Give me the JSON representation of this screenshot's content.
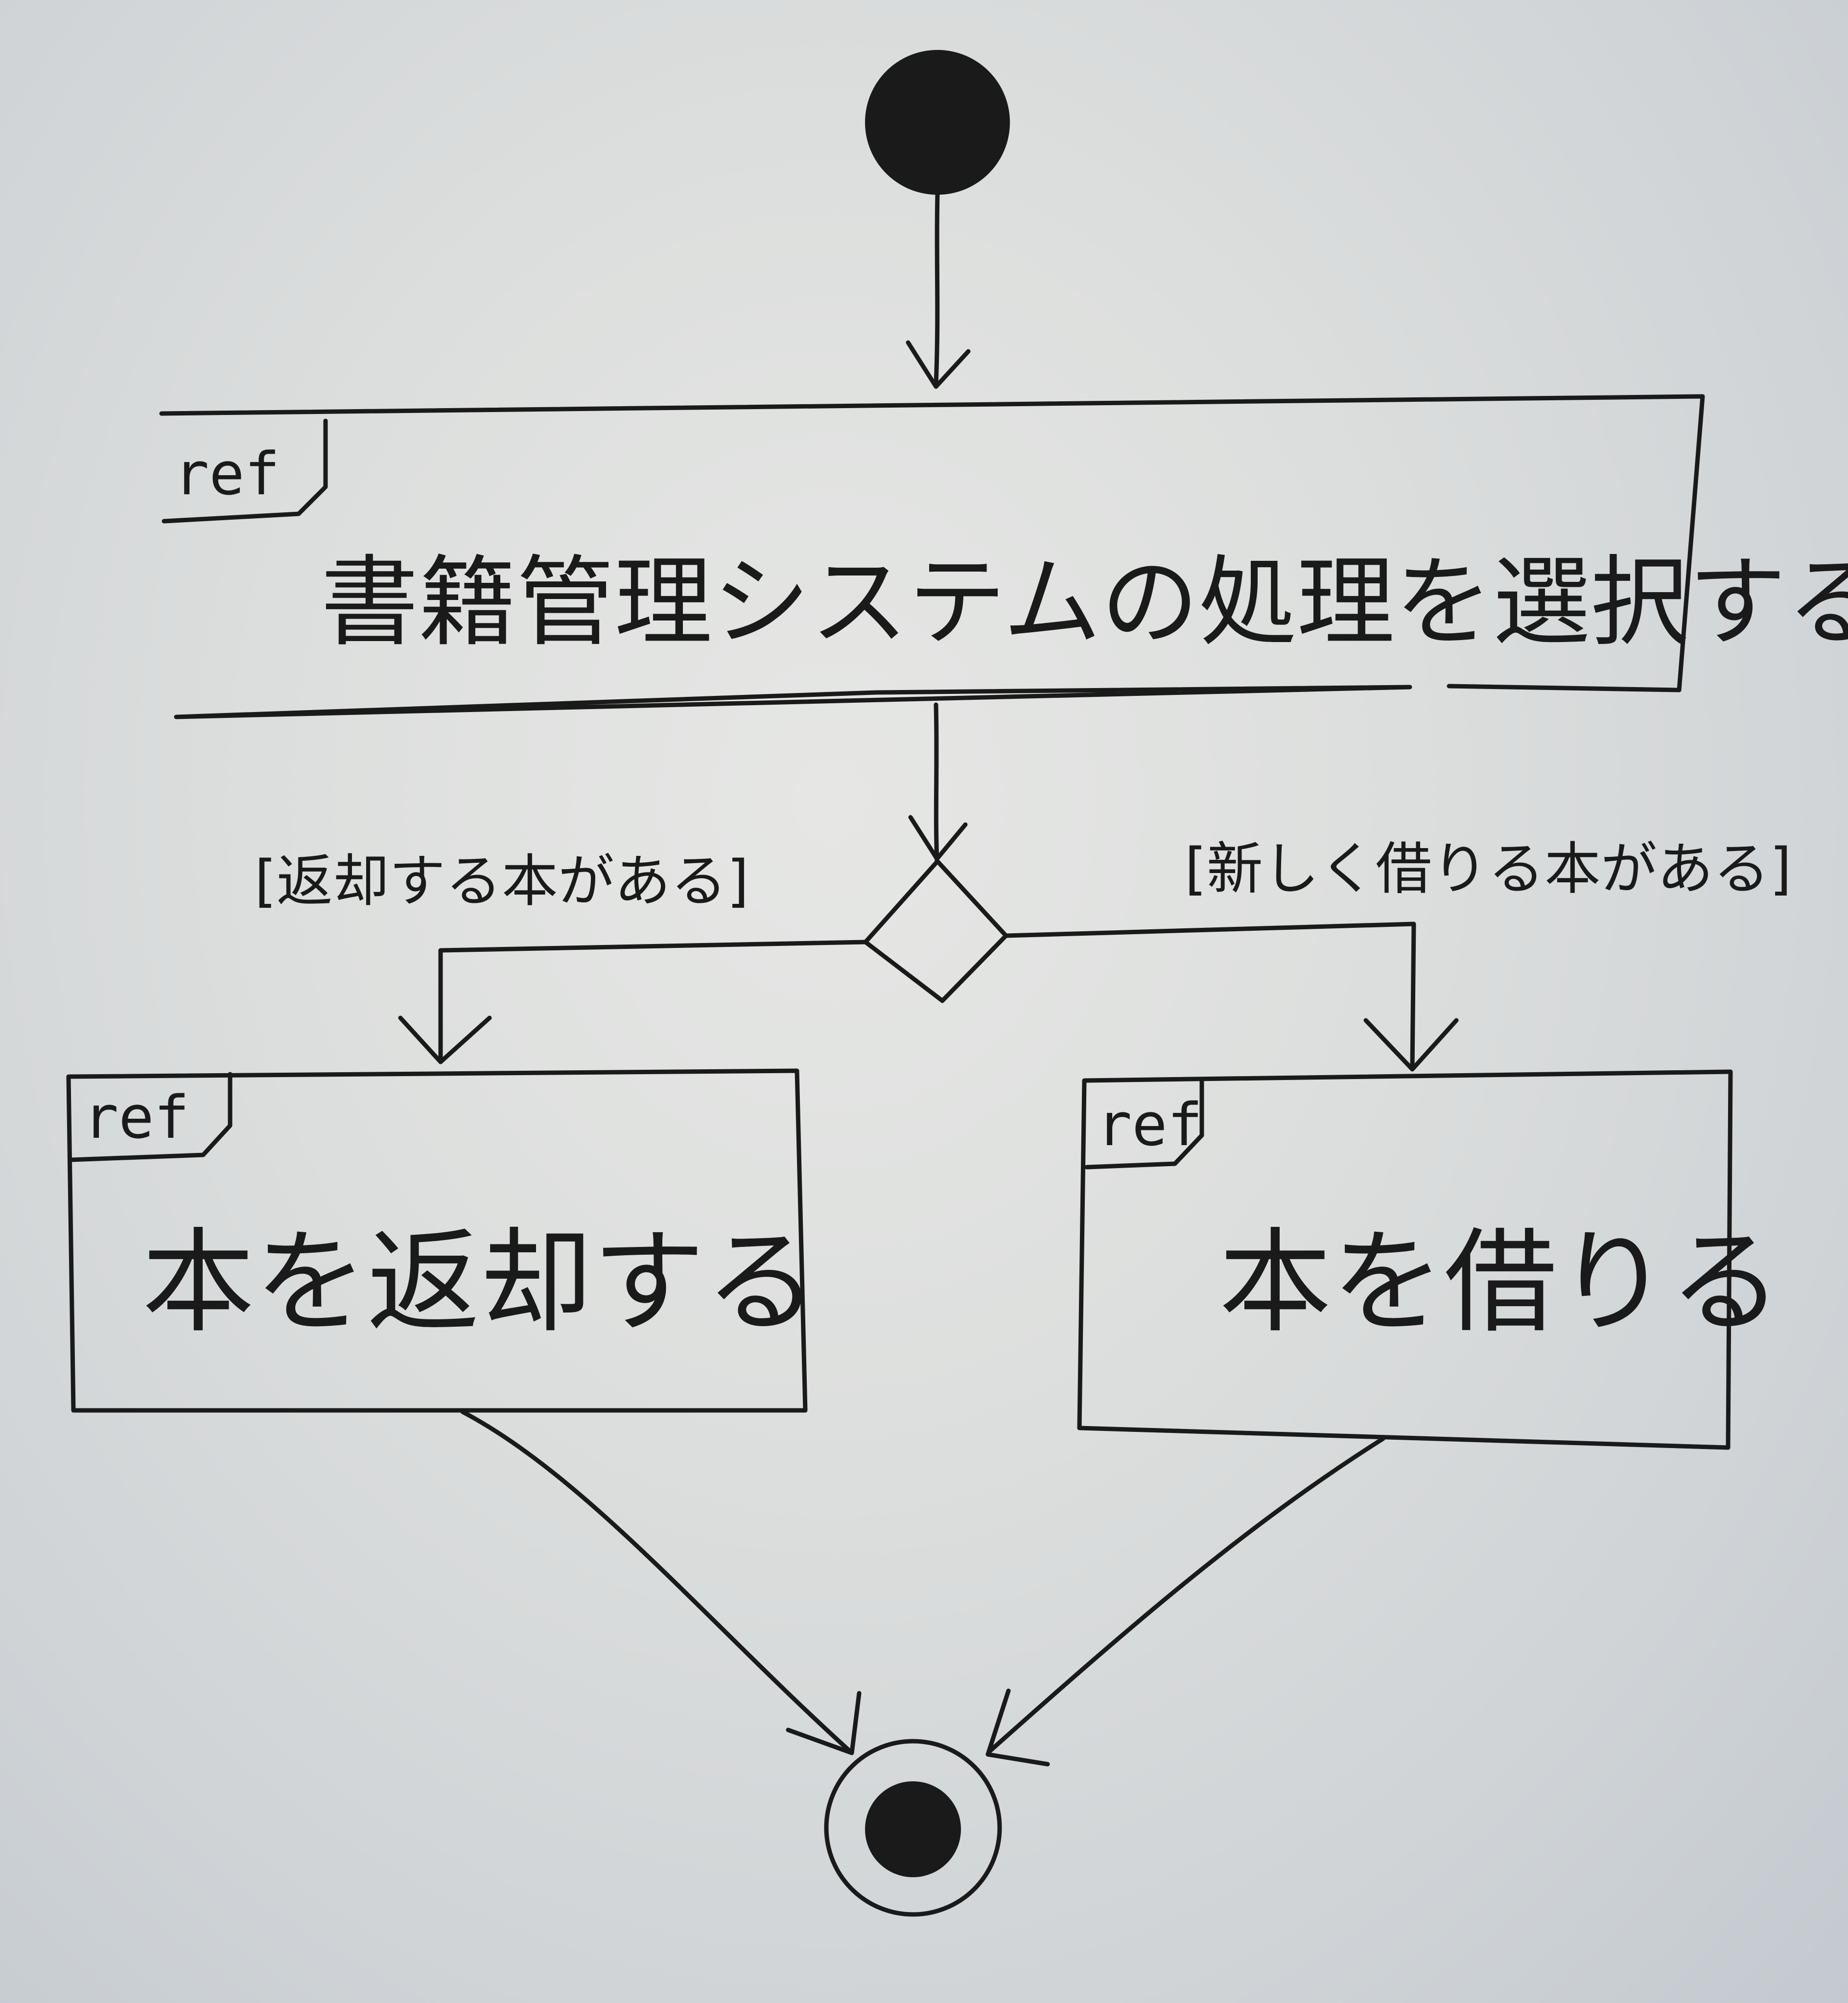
{
  "diagram": {
    "type": "UML activity diagram",
    "nodes": {
      "top_action": {
        "ref_tag": "ref",
        "label": "書籍管理システムの処理を選択する"
      },
      "left_action": {
        "ref_tag": "ref",
        "label": "本を返却する"
      },
      "right_action": {
        "ref_tag": "ref",
        "label": "本を借りる"
      }
    },
    "guards": {
      "left": "[返却する本がある]",
      "right": "[新しく借りる本がある]"
    },
    "colors": {
      "ink": "#1a1a1a",
      "board": "#dcdedd"
    }
  }
}
